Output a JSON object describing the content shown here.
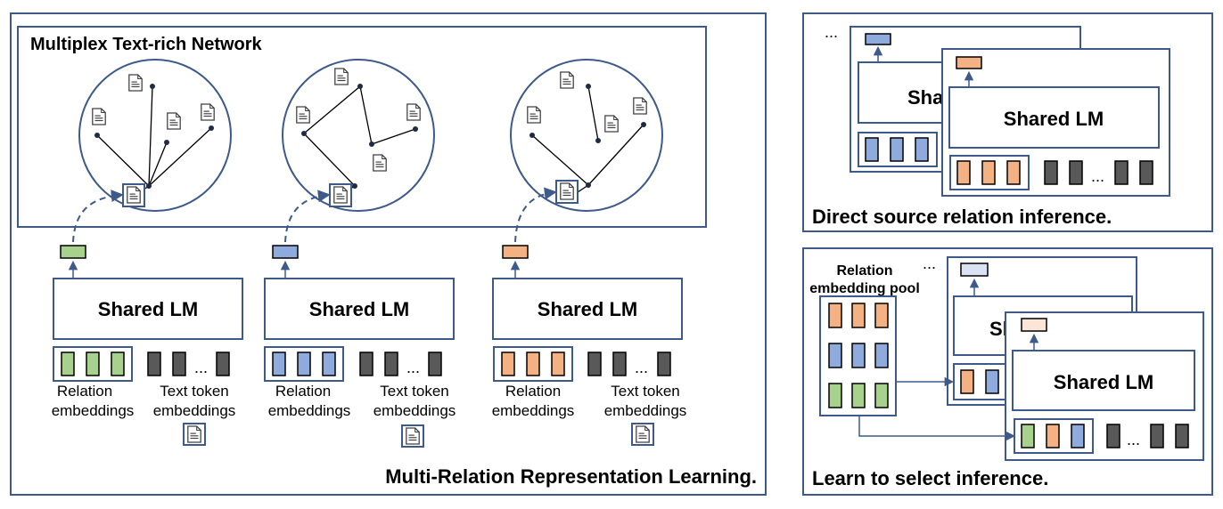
{
  "panels": {
    "main": {
      "network_title": "Multiplex Text-rich Network",
      "caption": "Multi-Relation Representation Learning.",
      "lm_label": "Shared LM",
      "relation_label": [
        "Relation",
        "embeddings"
      ],
      "text_token_label": [
        "Text token",
        "embeddings"
      ],
      "ellipsis": "...",
      "relation_colors": [
        "#a9d18e",
        "#8faadc",
        "#f4b183"
      ]
    },
    "direct": {
      "caption": "Direct source relation inference.",
      "lm_label": "Shared LM",
      "lm_label_behind": "Sha",
      "ellipsis": "..."
    },
    "select": {
      "caption": "Learn to select inference.",
      "pool_label": [
        "Relation",
        "embedding pool"
      ],
      "lm_label": "Shared LM",
      "lm_label_behind": "Sl",
      "ellipsis": "..."
    }
  },
  "colors": {
    "border": "#3d5a8a",
    "green": "#a9d18e",
    "blue": "#8faadc",
    "orange": "#f4b183",
    "gray": "#595959",
    "light_blue": "#dae3f3",
    "light_orange": "#fbe5d6"
  }
}
